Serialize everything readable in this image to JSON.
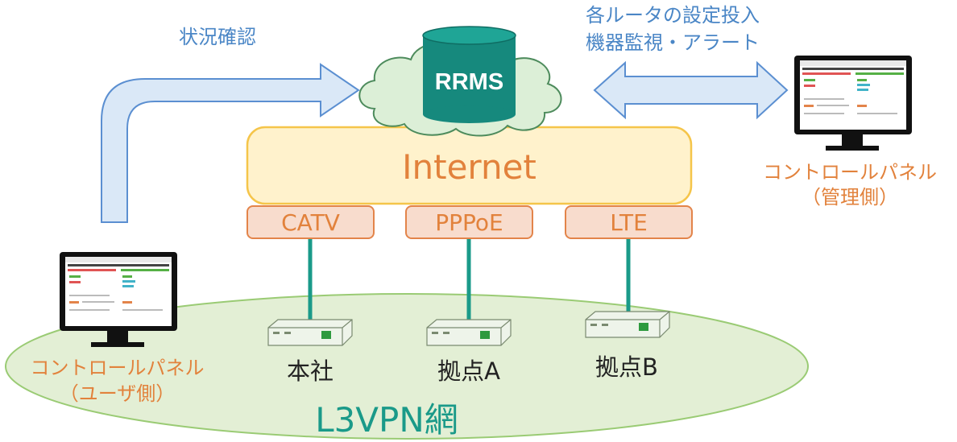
{
  "labels": {
    "status_check": "状況確認",
    "settings_line1": "各ルータの設定投入",
    "settings_line2": "機器監視・アラート",
    "db_label": "RRMS",
    "internet": "Internet",
    "connections": [
      "CATV",
      "PPPoE",
      "LTE"
    ],
    "sites": [
      "本社",
      "拠点A",
      "拠点B"
    ],
    "admin_panel_line1": "コントロールパネル",
    "admin_panel_line2": "（管理側）",
    "user_panel_line1": "コントロールパネル",
    "user_panel_line2": "（ユーザ側）",
    "network": "L3VPN網"
  },
  "icons": [
    "database-icon",
    "cloud-icon",
    "monitor-icon",
    "router-icon",
    "arrow-icon"
  ],
  "colors": {
    "arrow_fill": "#dae8f7",
    "arrow_stroke": "#5b8fd1",
    "cloud_fill": "#dcefd7",
    "cloud_stroke": "#4d8b5c",
    "database": "#16897d",
    "internet_fill": "#fff2cc",
    "internet_stroke": "#f5c54a",
    "box_fill": "#f8dccd",
    "box_stroke": "#e3844a",
    "line": "#1a9a89",
    "ellipse_fill": "#e3efd5",
    "ellipse_stroke": "#9acb74"
  }
}
